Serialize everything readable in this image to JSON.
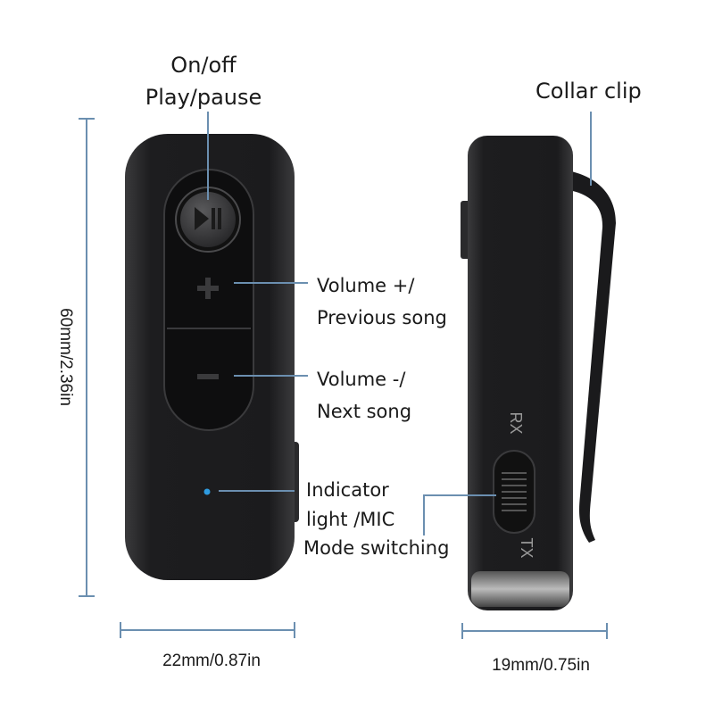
{
  "labels": {
    "power_line1": "On/off",
    "power_line2": "Play/pause",
    "clip": "Collar clip",
    "vol_up_line1": "Volume +/",
    "vol_up_line2": "Previous song",
    "vol_down_line1": "Volume -/",
    "vol_down_line2": "Next song",
    "indicator_line1": "Indicator",
    "indicator_line2": "light /MIC",
    "mode": "Mode switching",
    "rx": "RX",
    "tx": "TX"
  },
  "dimensions": {
    "height": "60mm/2.36in",
    "front_width": "22mm/0.87in",
    "side_width": "19mm/0.75in"
  },
  "colors": {
    "leader_line": "#6b8fb0",
    "device_body": "#1c1c1e",
    "indicator_led": "#2e9be0"
  }
}
